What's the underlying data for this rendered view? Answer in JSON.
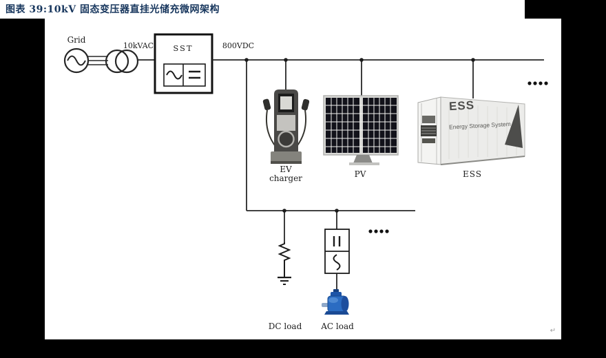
{
  "title": "图表 39:10kV 固态变压器直挂光储充微网架构",
  "diagram": {
    "labels": {
      "grid": "Grid",
      "ac_voltage": "10kVAC",
      "sst": "SST",
      "dc_voltage": "800VDC",
      "ev_charger": "EV charger",
      "pv": "PV",
      "ess": "ESS",
      "dc_load": "DC load",
      "ac_load": "AC load"
    },
    "ess_container": {
      "title": "ESS",
      "subtitle": "Energy Storage System"
    },
    "return_mark": "↵"
  },
  "colors": {
    "title_text": "#17365d",
    "line_art": "#262626",
    "background": "#000000",
    "panel": "#ffffff",
    "motor_blue": "#2b6cc2",
    "charger_body": "#4a4947",
    "pv_cell": "#12121a",
    "ess_shell": "#ececea"
  }
}
